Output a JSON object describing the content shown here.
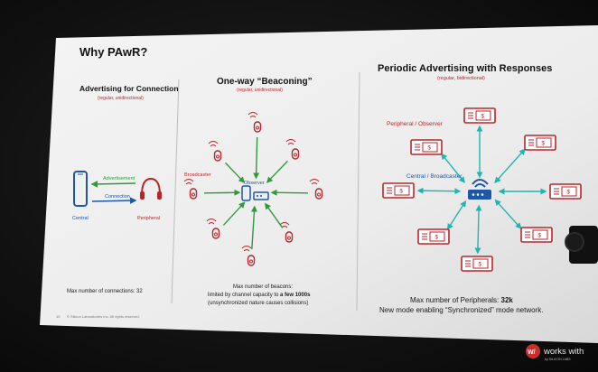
{
  "slide": {
    "title": "Why PAwR?",
    "page_number": "10",
    "copyright": "© Silicon Laboratories Inc. All rights reserved.",
    "left": {
      "heading": "Advertising for Connection",
      "sub": "(regular, unidirectional)",
      "adv_label": "Advertisement",
      "conn_label": "Connection",
      "central_label": "Central",
      "peripheral_label": "Peripheral",
      "max_text": "Max number of connections: 32"
    },
    "middle": {
      "heading": "One-way “Beaconing”",
      "sub": "(regular, unidirectional)",
      "broadcaster_label": "Broadcaster",
      "observer_label": "Observer",
      "max_line1": "Max number of beacons:",
      "max_line2_a": "limited by channel capacity to ",
      "max_line2_b": "a few 1000s",
      "max_line3": "(unsynchronized nature causes collisions)"
    },
    "right": {
      "heading": "Periodic Advertising with Responses",
      "sub": "(regular, bidirectional)",
      "peripheral_label": "Peripheral / Observer",
      "central_label": "Central / Broadcaster",
      "max_line1_a": "Max number of Peripherals: ",
      "max_line1_b": "32k",
      "max_line2": "New mode enabling “Synchronized” mode network.",
      "tag_symbol": "$"
    }
  },
  "logo": {
    "text": "works with",
    "sub": "by SILICON LABS",
    "mark": "W/"
  },
  "colors": {
    "red": "#b8262b",
    "blue": "#1d57a6",
    "green": "#2e9a3e",
    "teal": "#1fb5b0"
  }
}
